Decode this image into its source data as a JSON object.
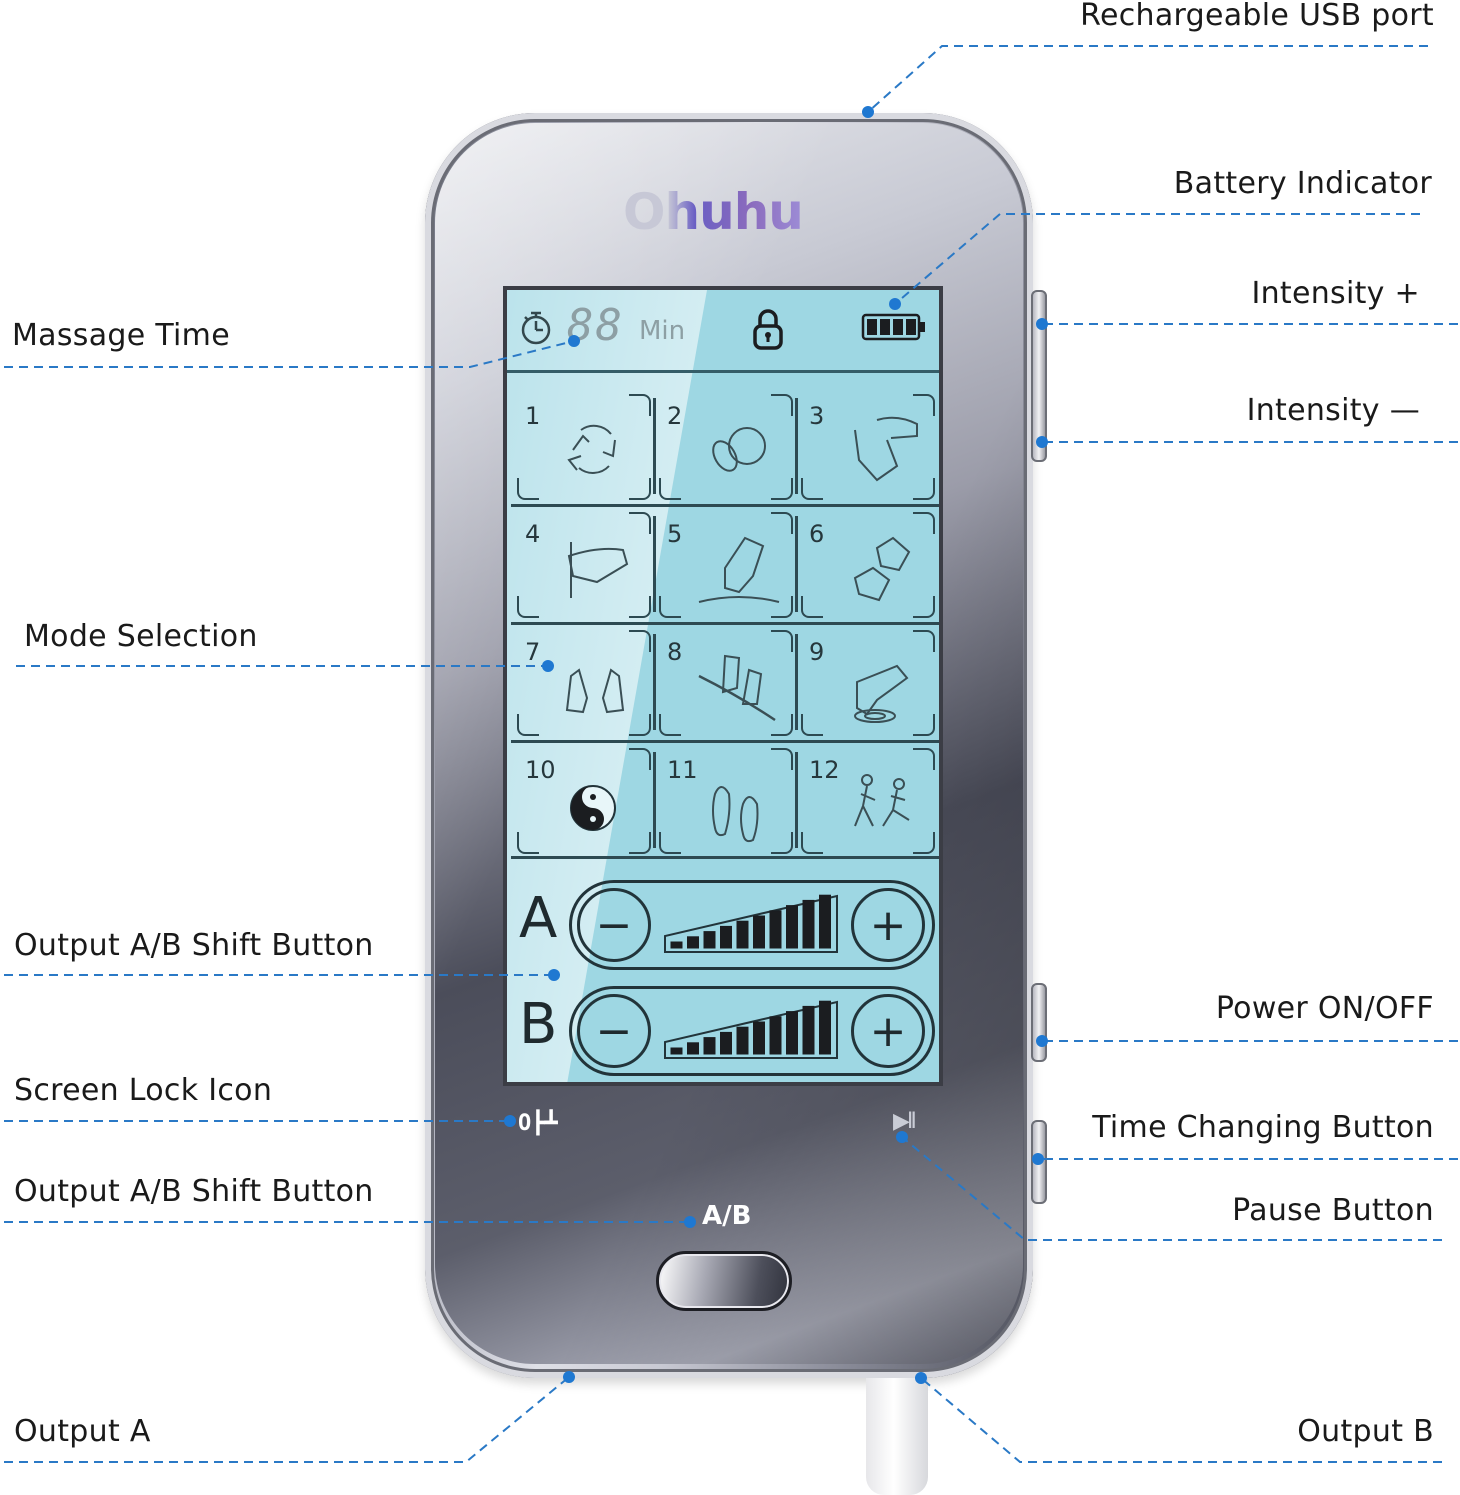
{
  "device": {
    "brand": "Ohuhu",
    "lcd": {
      "timer_digits": "88",
      "timer_unit": "Min",
      "timer_icon": "stopwatch-icon",
      "lock_icon": "padlock-icon",
      "battery_icon": "battery-icon",
      "battery_level_bars": 4,
      "battery_level_max": 4
    },
    "modes": [
      {
        "number": "1",
        "icon": "recycle-arrows-icon"
      },
      {
        "number": "2",
        "icon": "cupping-icon"
      },
      {
        "number": "3",
        "icon": "clapping-hands-icon"
      },
      {
        "number": "4",
        "icon": "pinching-hand-icon"
      },
      {
        "number": "5",
        "icon": "pressing-hand-icon"
      },
      {
        "number": "6",
        "icon": "fists-icon"
      },
      {
        "number": "7",
        "icon": "open-hands-icon"
      },
      {
        "number": "8",
        "icon": "kneading-hands-icon"
      },
      {
        "number": "9",
        "icon": "acupressure-hand-icon"
      },
      {
        "number": "10",
        "icon": "yin-yang-icon"
      },
      {
        "number": "11",
        "icon": "feet-icon"
      },
      {
        "number": "12",
        "icon": "runners-icon"
      }
    ],
    "channels": [
      {
        "letter": "A",
        "minus": "−",
        "plus": "+",
        "level_bars": 10,
        "level_max": 10
      },
      {
        "letter": "B",
        "minus": "−",
        "plus": "+",
        "level_bars": 10,
        "level_max": 10
      }
    ],
    "face": {
      "screen_lock_glyph": "O┣┻",
      "pause_glyph": "▶II",
      "ab_label": "A/B"
    }
  },
  "callouts": {
    "left": [
      {
        "id": "massage-time",
        "text": "Massage Time"
      },
      {
        "id": "mode-selection",
        "text": "Mode Selection"
      },
      {
        "id": "output-ab-shift-1",
        "text": "Output A/B Shift Button"
      },
      {
        "id": "screen-lock-icon",
        "text": "Screen Lock Icon"
      },
      {
        "id": "output-ab-shift-2",
        "text": "Output A/B Shift Button"
      },
      {
        "id": "output-a",
        "text": "Output A"
      }
    ],
    "right": [
      {
        "id": "usb-port",
        "text": "Rechargeable USB port"
      },
      {
        "id": "battery-indicator",
        "text": "Battery Indicator"
      },
      {
        "id": "intensity-plus",
        "text": "Intensity +"
      },
      {
        "id": "intensity-minus",
        "text": "Intensity —"
      },
      {
        "id": "power",
        "text": "Power ON/OFF"
      },
      {
        "id": "time-changing",
        "text": "Time Changing Button"
      },
      {
        "id": "pause",
        "text": "Pause Button"
      },
      {
        "id": "output-b",
        "text": "Output B"
      }
    ]
  },
  "colors": {
    "leader_line": "#2a79c6",
    "leader_dot": "#1f78d1",
    "lcd_bg": "#9ed7e3",
    "lcd_ink": "#22343a"
  }
}
